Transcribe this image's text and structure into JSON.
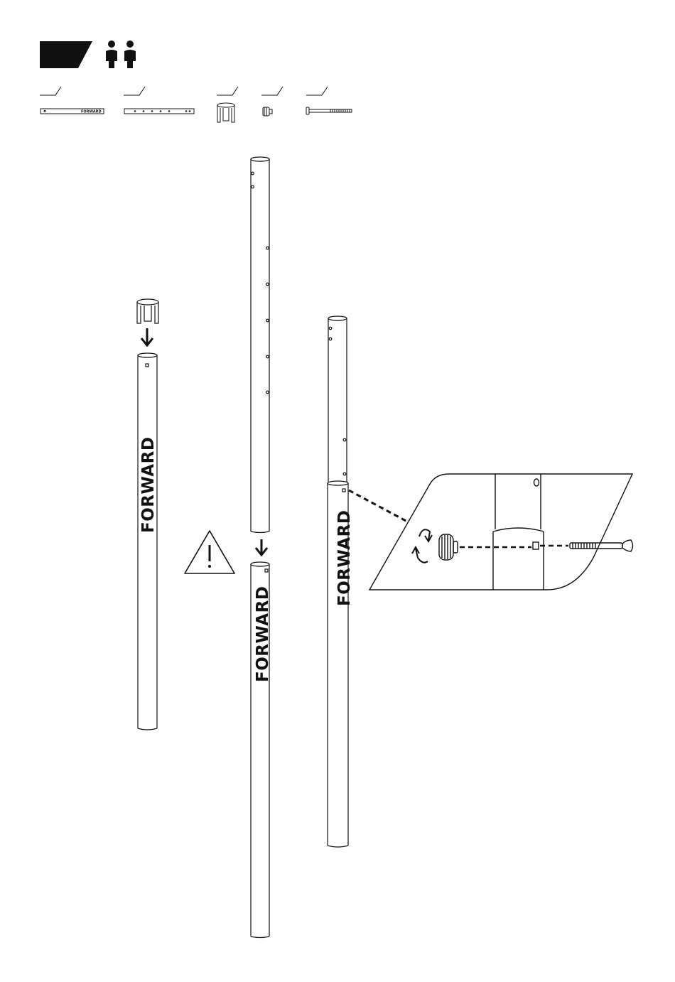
{
  "manual_page": {
    "persons_required_icon": "two-persons-icon",
    "step_badge_color": "#111111",
    "parts": [
      {
        "name": "forward-tube",
        "marking": "FORWARD",
        "qty_label": ""
      },
      {
        "name": "middle-tube",
        "qty_label": ""
      },
      {
        "name": "leg-cap",
        "qty_label": ""
      },
      {
        "name": "knob",
        "qty_label": ""
      },
      {
        "name": "bolt",
        "qty_label": ""
      }
    ],
    "tube_marking": "FORWARD",
    "warning_icon": "warning-triangle-icon",
    "rotate_icon": "rotate-arrows-icon",
    "ink_color": "#111111"
  }
}
